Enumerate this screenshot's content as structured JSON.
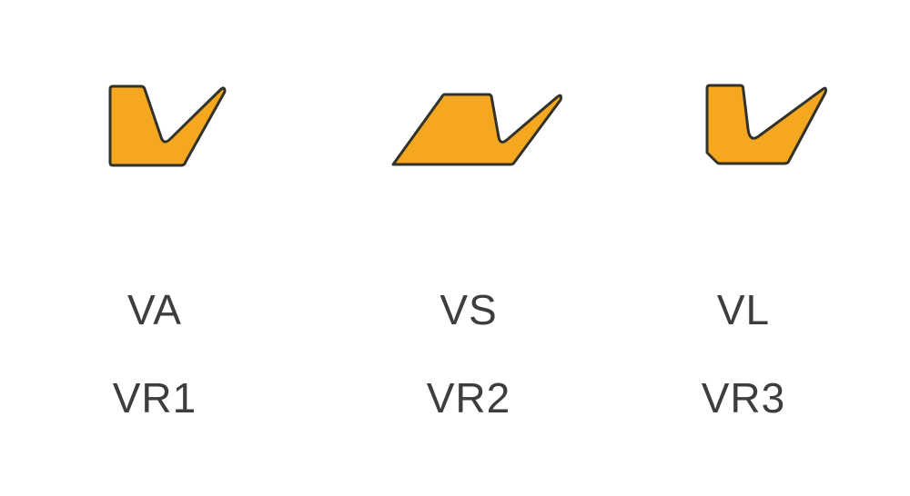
{
  "colors": {
    "fill": "#F4A71F",
    "stroke": "#33322A",
    "text": "#3D3D3D"
  },
  "profiles": [
    {
      "id": "va",
      "type_label": "VA",
      "ring_label": "VR1"
    },
    {
      "id": "vs",
      "type_label": "VS",
      "ring_label": "VR2"
    },
    {
      "id": "vl",
      "type_label": "VL",
      "ring_label": "VR3"
    }
  ]
}
